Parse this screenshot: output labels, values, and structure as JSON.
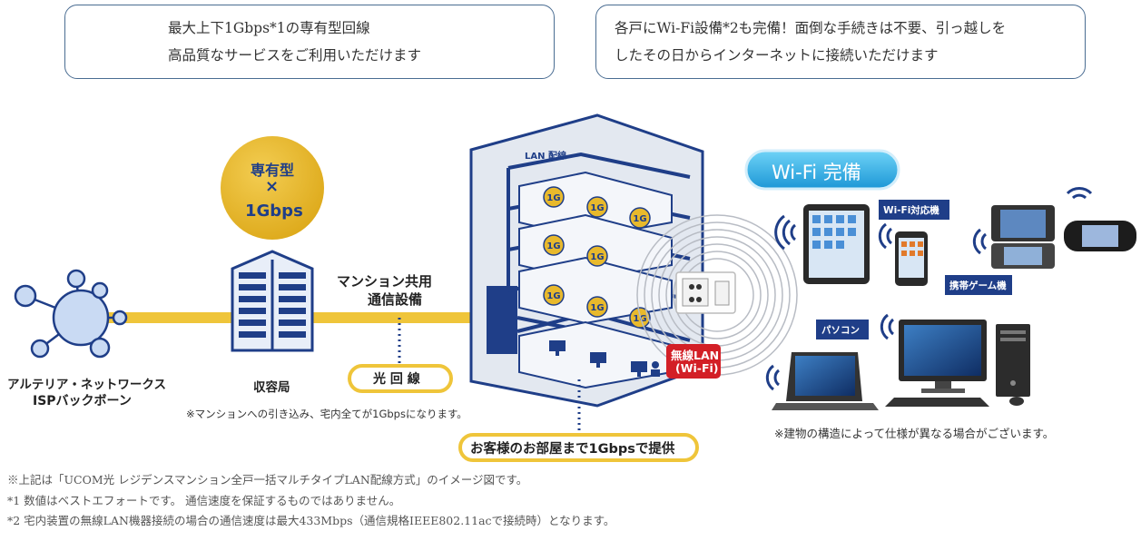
{
  "top_boxes": {
    "left": {
      "line1": "最大上下1Gbps*1の専有型回線",
      "line2": "高品質なサービスをご利用いただけます"
    },
    "right": {
      "line1": "各戸にWi-Fi設備*2も完備！面倒な手続きは不要、引っ越しを",
      "line2": "したその日からインターネットに接続いただけます"
    }
  },
  "diagram": {
    "isp": {
      "line1": "アルテリア・ネットワークス",
      "line2": "ISPバックボーン"
    },
    "badge": {
      "line1": "専有型",
      "line2": "×",
      "line3": "1Gbps"
    },
    "station_label": "収容局",
    "station_note": "※マンションへの引き込み、宅内全てが1Gbpsになります。",
    "shared_equipment": {
      "line1": "マンション共用",
      "line2": "通信設備"
    },
    "fiber_label": "光 回 線",
    "lan_wiring_label": "LAN 配線",
    "speed_tag": "1G",
    "wireless_lan": {
      "line1": "無線LAN",
      "line2": "(Wi-Fi)"
    },
    "room_label": "お客様のお部屋まで1Gbpsで提供",
    "wifi_title": "Wi-Fi 完備",
    "wifi_device_label": "Wi-Fi対応機",
    "game_label": "携帯ゲーム機",
    "pc_label": "パソコン",
    "structure_note": "※建物の構造によって仕様が異なる場合がございます。"
  },
  "footnotes": {
    "line1": "※上記は「UCOM光 レジデンスマンション全戸一括マルチタイプLAN配線方式」のイメージ図です。",
    "line2": "*1 数値はベストエフォートです。 通信速度を保証するものではありません。",
    "line3": "*2 宅内装置の無線LAN機器接続の場合の通信速度は最大433Mbps（通信規格IEEE802.11acで接続時）となります。"
  },
  "colors": {
    "border": "#4a6d92",
    "fiber": "#efc53a",
    "badge": "#e8b92c",
    "network_blue": "#1f3e88",
    "building": "#e3e8f0",
    "wifi_title": "#3eb6e8",
    "wireless_red": "#d31f26"
  }
}
